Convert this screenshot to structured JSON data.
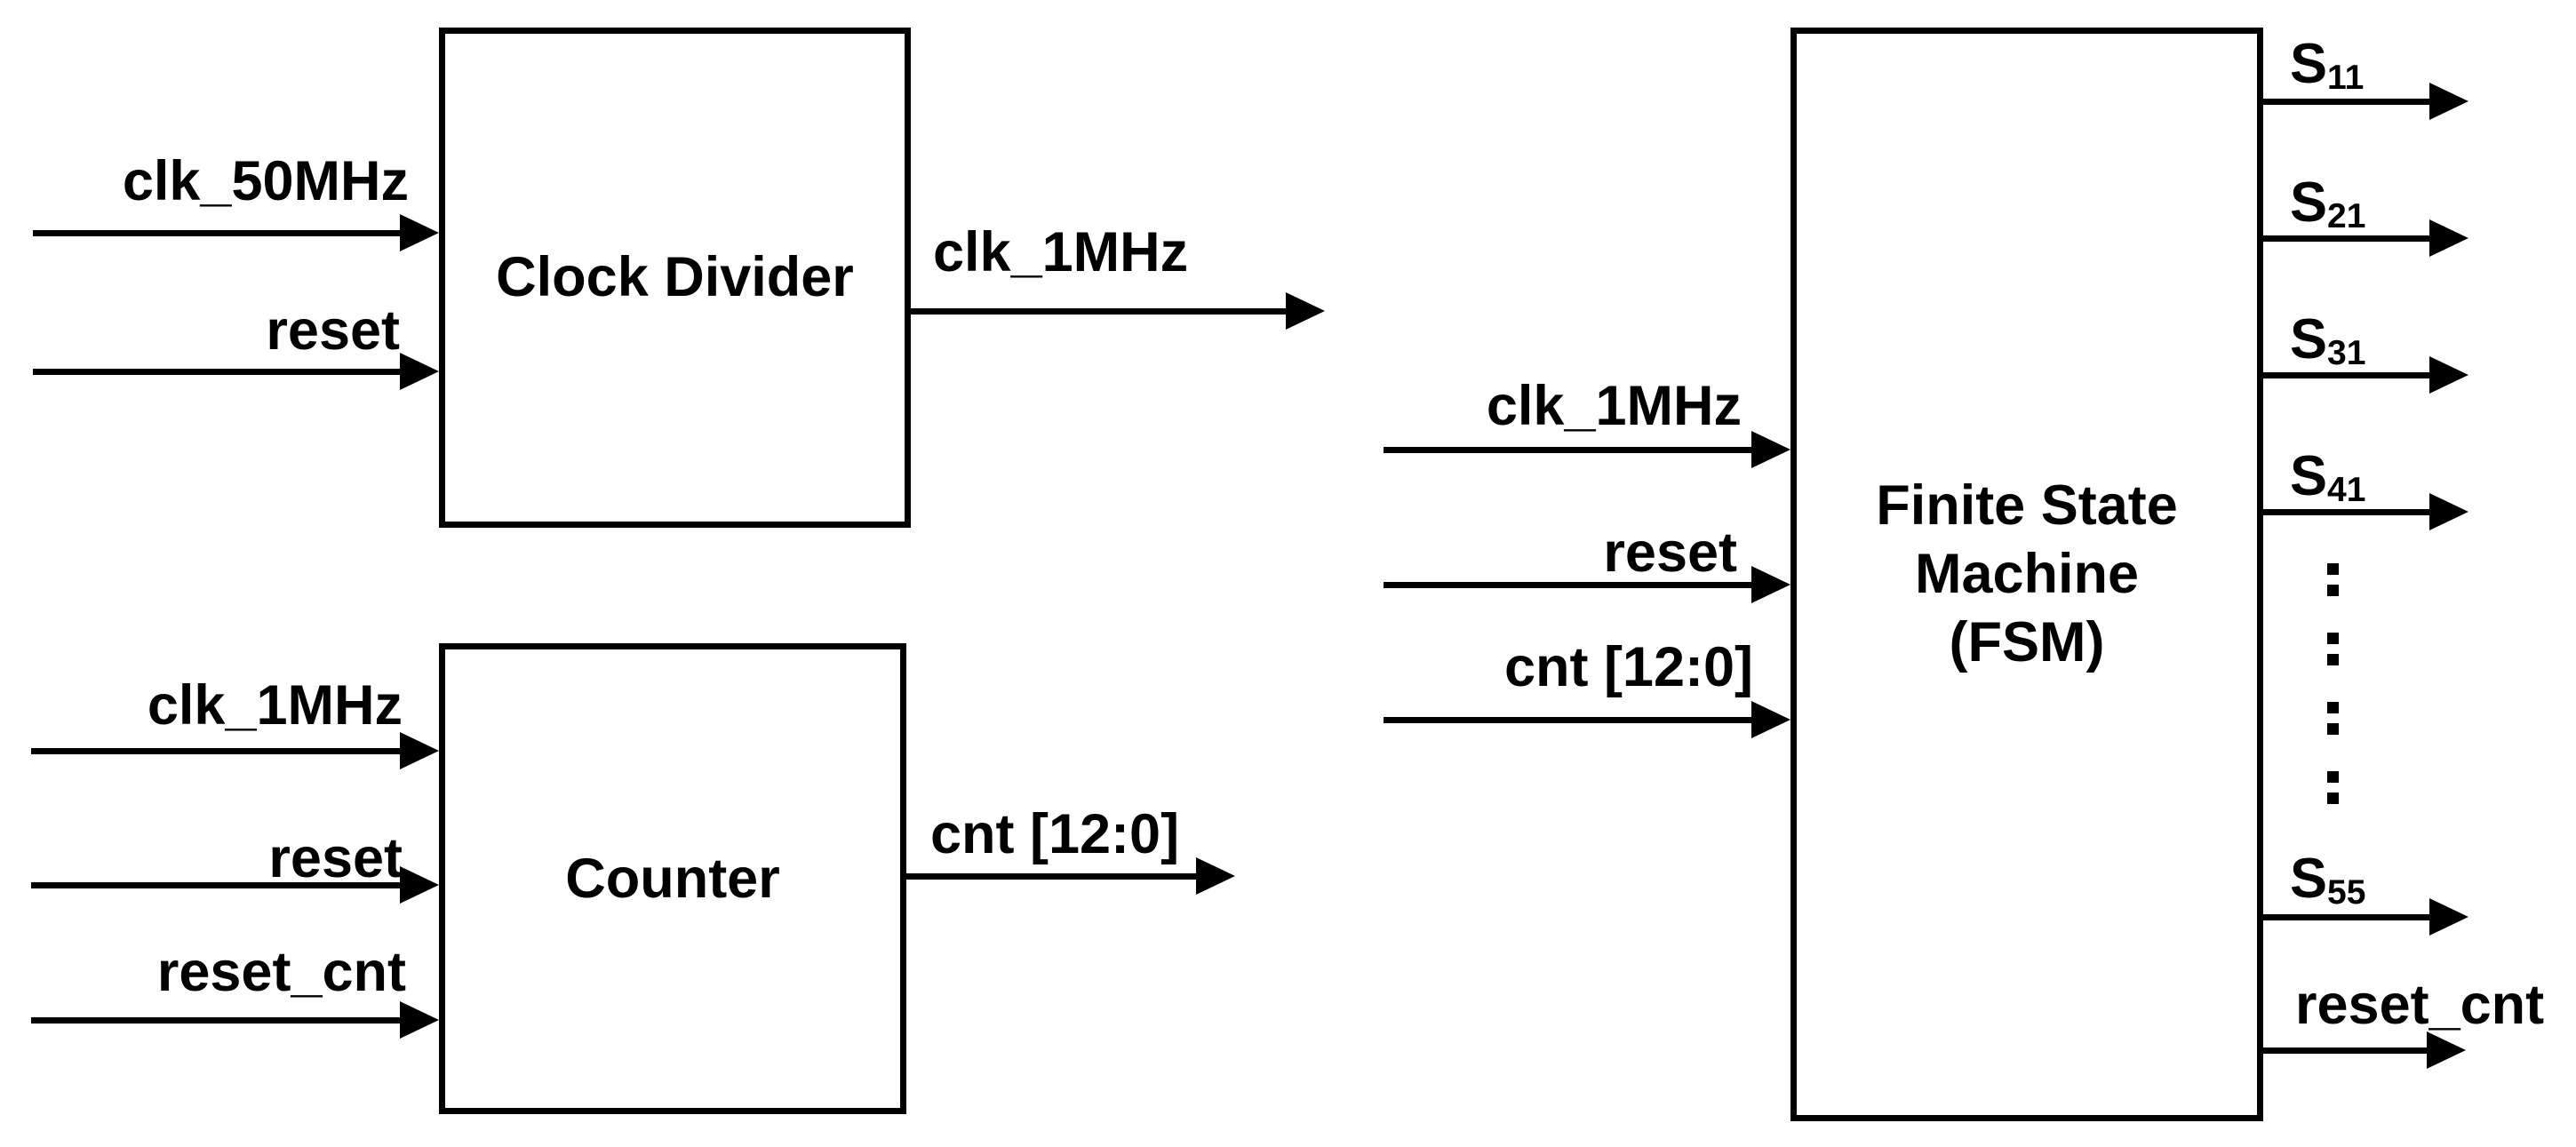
{
  "colors": {
    "foreground": "#000000",
    "background": "#ffffff"
  },
  "blocks": {
    "clock_divider": {
      "title": "Clock Divider",
      "inputs": [
        {
          "label": "clk_50MHz"
        },
        {
          "label": "reset"
        }
      ],
      "outputs": [
        {
          "label": "clk_1MHz"
        }
      ]
    },
    "counter": {
      "title": "Counter",
      "inputs": [
        {
          "label": "clk_1MHz"
        },
        {
          "label": "reset"
        },
        {
          "label": "reset_cnt"
        }
      ],
      "outputs": [
        {
          "label": "cnt [12:0]"
        }
      ]
    },
    "fsm": {
      "title_lines": [
        "Finite State",
        "Machine",
        "(FSM)"
      ],
      "inputs": [
        {
          "label": "clk_1MHz"
        },
        {
          "label": "reset"
        },
        {
          "label": "cnt [12:0]"
        }
      ],
      "outputs": [
        {
          "base": "S",
          "sub": "11"
        },
        {
          "base": "S",
          "sub": "21"
        },
        {
          "base": "S",
          "sub": "31"
        },
        {
          "base": "S",
          "sub": "41"
        },
        {
          "base": "S",
          "sub": "55"
        },
        {
          "label": "reset_cnt"
        }
      ]
    }
  }
}
